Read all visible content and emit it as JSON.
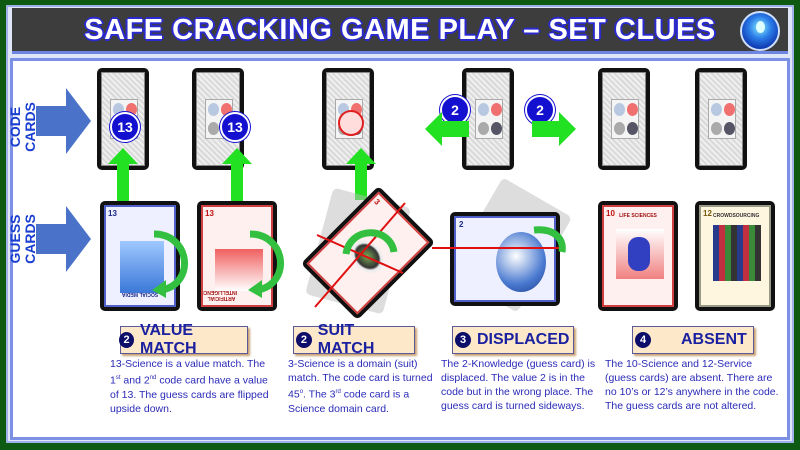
{
  "header": {
    "title": "SAFE CRACKING GAME PLAY – SET CLUES",
    "logo_icon": "lightbulb-gear-icon"
  },
  "rows": {
    "code": "CODE CARDS",
    "guess": "GUESS CARDS"
  },
  "code_badges": [
    "13",
    "13",
    "2",
    "2"
  ],
  "guess_cards": [
    {
      "name": "SOCIAL MEDIA",
      "value": "13"
    },
    {
      "name": "ARTIFICIAL INTELLIGENCE",
      "value": "13"
    },
    {
      "name": "",
      "value": "3"
    },
    {
      "name": "",
      "value": "2"
    },
    {
      "name": "LIFE SCIENCES",
      "value": "10"
    },
    {
      "name": "CROWDSOURCING",
      "value": "12"
    }
  ],
  "clues": [
    {
      "num": "2",
      "title": "VALUE MATCH",
      "text_parts": [
        "13-Science is a value match. The 1",
        "st",
        " and 2",
        "nd",
        " code card have a value of 13. The guess cards are flipped upside down."
      ]
    },
    {
      "num": "2",
      "title": "SUIT MATCH",
      "text_parts": [
        "3-Science is a domain (suit) match. The code card is turned 45",
        "o",
        ". The 3",
        "rd",
        " code card is a Science domain card."
      ]
    },
    {
      "num": "3",
      "title": "DISPLACED",
      "text": "The 2-Knowledge (guess card) is displaced. The value 2 is in the code but in the wrong place. The guess card is turned sideways."
    },
    {
      "num": "4",
      "title": "ABSENT",
      "text": "The 10-Science and 12-Service (guess cards) are absent. There are no 10’s or 12’s anywhere in the code. The guess cards are not altered."
    }
  ],
  "colors": {
    "title_outline": "#2a2ad0",
    "arrow_green": "#22e022",
    "text_blue": "#2a2ab8",
    "label_bg": "#fde9c9"
  }
}
